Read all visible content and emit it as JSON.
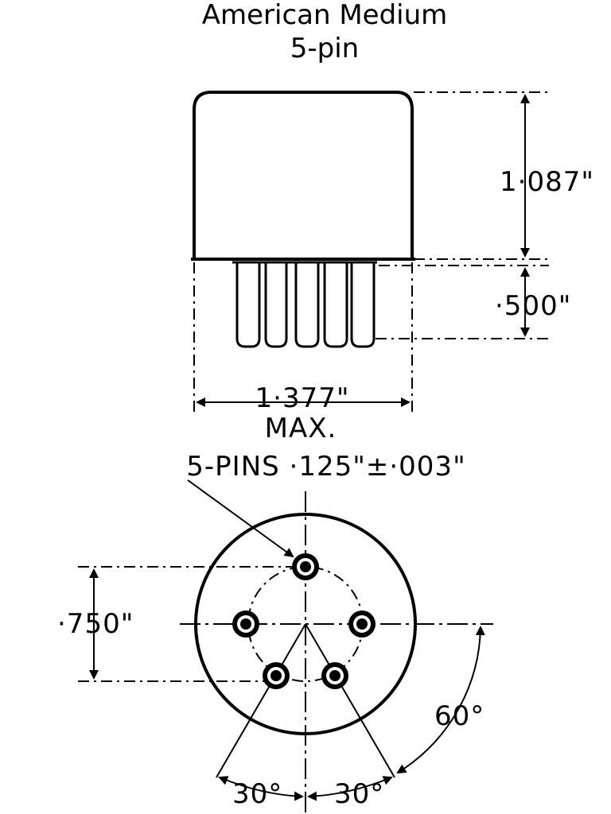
{
  "title": {
    "line1": "American Medium",
    "line2": "5-pin"
  },
  "dimensions": {
    "body_height": "1·087\"",
    "pin_length": "·500\"",
    "width": "1·377\"",
    "width_note": "MAX.",
    "pins": "5-PINS ·125\"±·003\"",
    "pin_circle": "·750\"",
    "angle_60": "60°",
    "angle_30_left": "30°",
    "angle_30_right": "30°"
  }
}
